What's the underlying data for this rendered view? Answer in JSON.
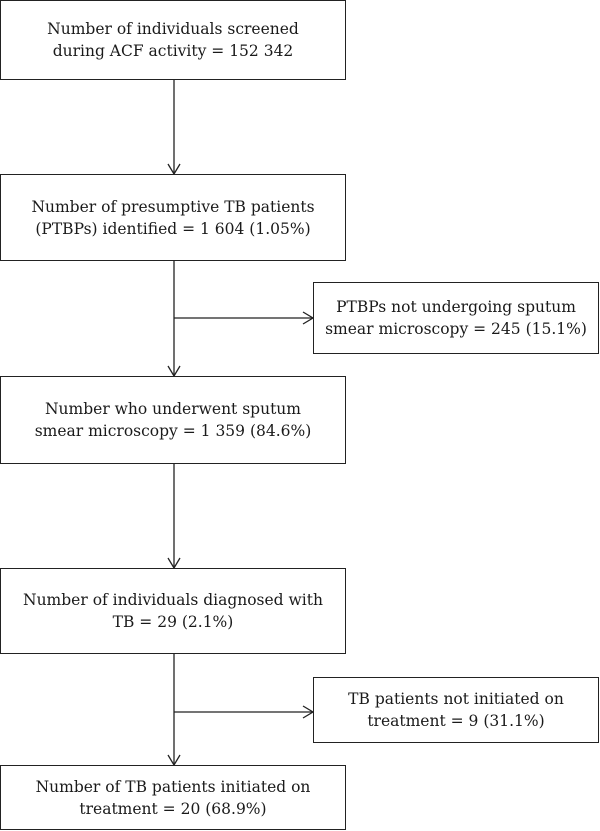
{
  "flowchart": {
    "steps": [
      {
        "lines": [
          "Number of individuals screened",
          "during ACF activity = 152 342"
        ]
      },
      {
        "lines": [
          "Number of presumptive TB patients",
          "(PTBPs) identified = 1 604 (1.05%)"
        ]
      },
      {
        "lines": [
          "Number who underwent sputum",
          "smear microscopy = 1 359 (84.6%)"
        ]
      },
      {
        "lines": [
          "Number of individuals diagnosed with",
          "TB = 29 (2.1%)"
        ]
      },
      {
        "lines": [
          "Number of TB patients initiated on",
          "treatment = 20 (68.9%)"
        ]
      }
    ],
    "exclusions": [
      {
        "lines": [
          "PTBPs not undergoing sputum",
          "smear microscopy = 245 (15.1%)"
        ]
      },
      {
        "lines": [
          "TB patients not initiated on",
          "treatment = 9 (31.1%)"
        ]
      }
    ]
  }
}
